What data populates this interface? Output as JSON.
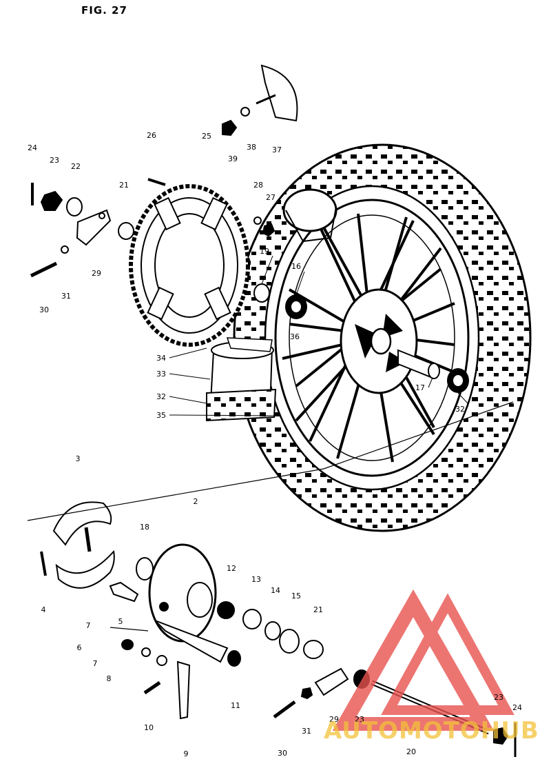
{
  "figure": {
    "title": "FIG. 27"
  },
  "watermark": {
    "text": "AUTOMOTOHUB",
    "color": "#f3c23a",
    "logo_color": "#e8534f"
  },
  "callouts": [
    {
      "number": "24",
      "part": "cotter-pin"
    },
    {
      "number": "23",
      "part": "axle-nut"
    },
    {
      "number": "22",
      "part": "washer"
    },
    {
      "number": "21",
      "part": "spacer"
    },
    {
      "number": "26",
      "part": "sprocket-bolt"
    },
    {
      "number": "25",
      "part": "rear-sprocket"
    },
    {
      "number": "39",
      "part": "nut"
    },
    {
      "number": "38",
      "part": "washer"
    },
    {
      "number": "37",
      "part": "sprocket-guard"
    },
    {
      "number": "28",
      "part": "washer"
    },
    {
      "number": "27",
      "part": "nut"
    },
    {
      "number": "29",
      "part": "chain-adjuster"
    },
    {
      "number": "30",
      "part": "adjuster-bolt"
    },
    {
      "number": "31",
      "part": "nut"
    },
    {
      "number": "19",
      "part": "spacer"
    },
    {
      "number": "16",
      "part": "wheel-bearing"
    },
    {
      "number": "34",
      "part": "rim-band"
    },
    {
      "number": "33",
      "part": "inner-tube"
    },
    {
      "number": "32",
      "part": "tire"
    },
    {
      "number": "35",
      "part": "rim"
    },
    {
      "number": "36",
      "part": "spoke-set"
    },
    {
      "number": "17",
      "part": "hub-spacer"
    },
    {
      "number": "3",
      "part": "brake-shoe"
    },
    {
      "number": "4",
      "part": "shoe-spring"
    },
    {
      "number": "18",
      "part": "oil-seal"
    },
    {
      "number": "2",
      "part": "brake-panel"
    },
    {
      "number": "5",
      "part": "brake-cam"
    },
    {
      "number": "6",
      "part": "cam-seal"
    },
    {
      "number": "7",
      "part": "washer"
    },
    {
      "number": "8",
      "part": "washer"
    },
    {
      "number": "12",
      "part": "spacer"
    },
    {
      "number": "13",
      "part": "washer"
    },
    {
      "number": "14",
      "part": "washer"
    },
    {
      "number": "15",
      "part": "spacer"
    },
    {
      "number": "11",
      "part": "nut"
    },
    {
      "number": "10",
      "part": "bolt"
    },
    {
      "number": "9",
      "part": "torque-link"
    },
    {
      "number": "20",
      "part": "rear-axle"
    }
  ]
}
